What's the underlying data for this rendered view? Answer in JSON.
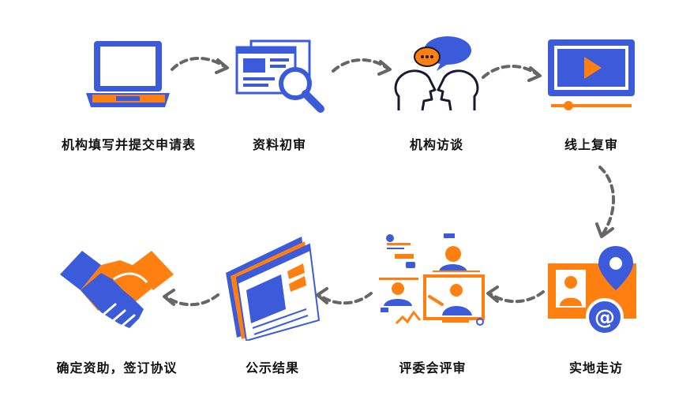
{
  "colors": {
    "blue": "#3B5BDB",
    "orange": "#FF7F11",
    "dark": "#1a1a2e",
    "arrow": "#666666"
  },
  "steps": [
    {
      "label": "机构填写并提交申请表",
      "icon": "laptop-icon"
    },
    {
      "label": "资料初审",
      "icon": "document-search-icon"
    },
    {
      "label": "机构访谈",
      "icon": "conversation-icon"
    },
    {
      "label": "线上复审",
      "icon": "video-player-icon"
    },
    {
      "label": "实地走访",
      "icon": "location-id-card-icon"
    },
    {
      "label": "评委会评审",
      "icon": "video-conference-icon"
    },
    {
      "label": "公示结果",
      "icon": "webpage-window-icon"
    },
    {
      "label": "确定资助，签订协议",
      "icon": "handshake-icon"
    }
  ]
}
